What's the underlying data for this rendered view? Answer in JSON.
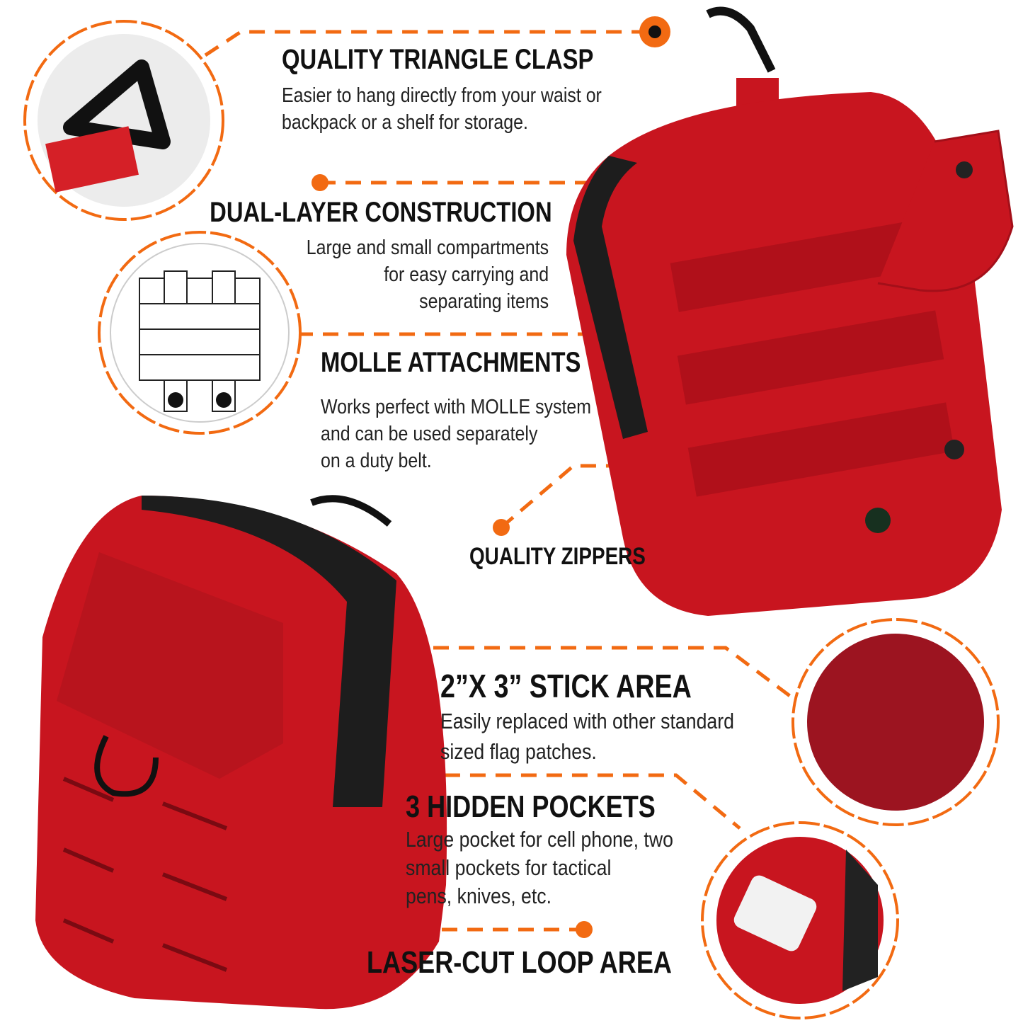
{
  "colors": {
    "accent": "#f26a12",
    "product": "#c8151f",
    "text": "#111111",
    "background": "#ffffff"
  },
  "features": [
    {
      "title": "QUALITY TRIANGLE CLASP",
      "description": [
        "Easier to hang directly from your waist or",
        "backpack or a shelf for storage."
      ]
    },
    {
      "title": "DUAL-LAYER CONSTRUCTION",
      "description": [
        "Large and small compartments",
        "for easy carrying and",
        "separating items"
      ]
    },
    {
      "title": "MOLLE ATTACHMENTS",
      "description": [
        "Works perfect with MOLLE system",
        "and can be used separately",
        "on a duty belt."
      ]
    },
    {
      "title": "QUALITY ZIPPERS",
      "description": []
    },
    {
      "title": "2”X 3” STICK AREA",
      "description": [
        "Easily replaced with other standard",
        "sized flag patches."
      ]
    },
    {
      "title": "3 HIDDEN POCKETS",
      "description": [
        "Large pocket for cell phone, two",
        "small pockets for tactical",
        "pens, knives, etc."
      ]
    },
    {
      "title": "LASER-CUT LOOP AREA",
      "description": []
    }
  ],
  "icons": [
    "triangle-clasp-closeup",
    "molle-webbing-diagram",
    "velcro-patch-closeup",
    "hidden-pockets-closeup",
    "red-pouch-back-view",
    "red-pouch-front-view"
  ]
}
